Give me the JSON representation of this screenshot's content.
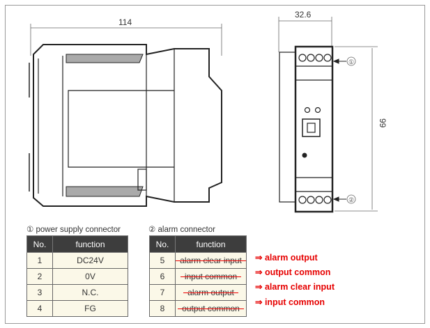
{
  "dimensions": {
    "width": "114",
    "depth": "32.6",
    "height": "99"
  },
  "callouts": {
    "one": "①",
    "two": "②"
  },
  "power_table": {
    "caption": "① power supply connector",
    "headers": [
      "No.",
      "function"
    ],
    "rows": [
      [
        "1",
        "DC24V"
      ],
      [
        "2",
        "0V"
      ],
      [
        "3",
        "N.C."
      ],
      [
        "4",
        "FG"
      ]
    ]
  },
  "alarm_table": {
    "caption": "② alarm connector",
    "headers": [
      "No.",
      "function"
    ],
    "rows": [
      [
        "5",
        "alarm clear input"
      ],
      [
        "6",
        "input common"
      ],
      [
        "7",
        "alarm output"
      ],
      [
        "8",
        "output common"
      ]
    ]
  },
  "corrections": [
    "⇒ alarm output",
    "⇒ output common",
    "⇒ alarm clear input",
    "⇒ input common"
  ]
}
